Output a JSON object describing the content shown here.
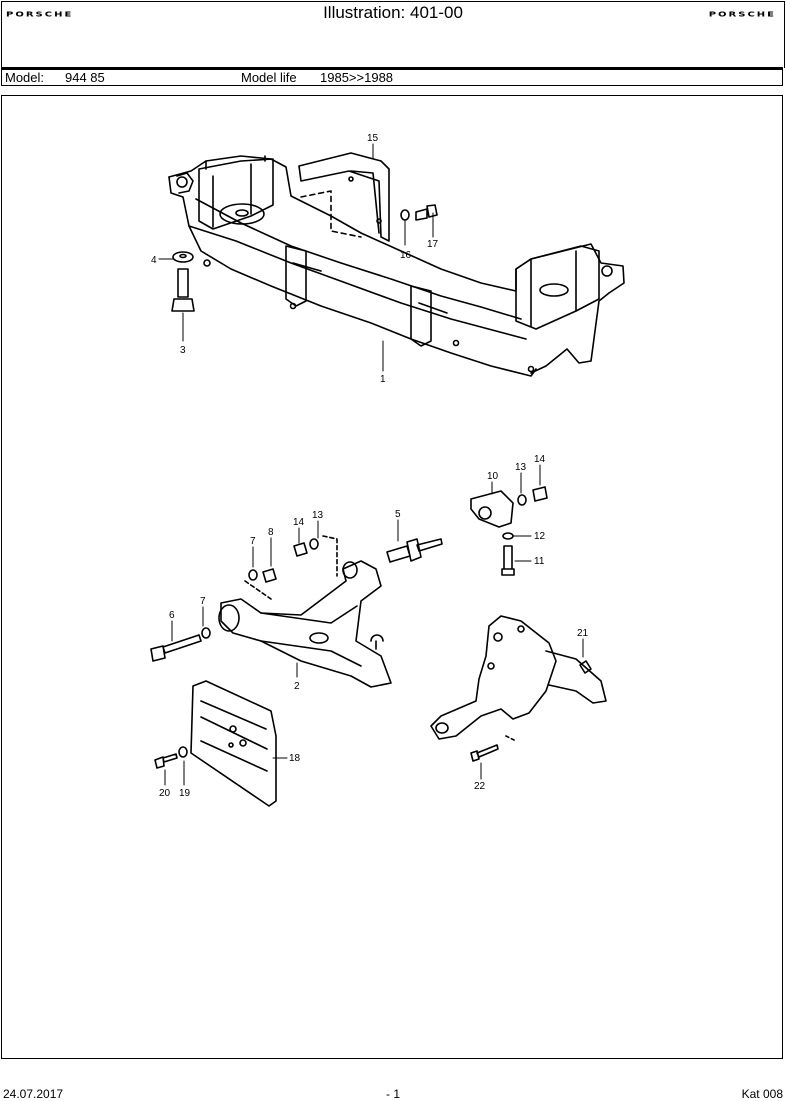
{
  "header": {
    "logo_left": "PORSCHE",
    "logo_right": "PORSCHE",
    "title": "Illustration: 401-00"
  },
  "model_bar": {
    "model_label": "Model:",
    "model_value": "944 85",
    "life_label": "Model life",
    "life_value": "1985>>1988"
  },
  "callouts": [
    "15",
    "16",
    "17",
    "4",
    "3",
    "1",
    "10",
    "13",
    "14",
    "12",
    "11",
    "5",
    "14",
    "13",
    "7",
    "8",
    "6",
    "7",
    "2",
    "21",
    "18",
    "20",
    "19",
    "22"
  ],
  "footer": {
    "date": "24.07.2017",
    "page": "- 1",
    "catalog": "Kat 008"
  }
}
